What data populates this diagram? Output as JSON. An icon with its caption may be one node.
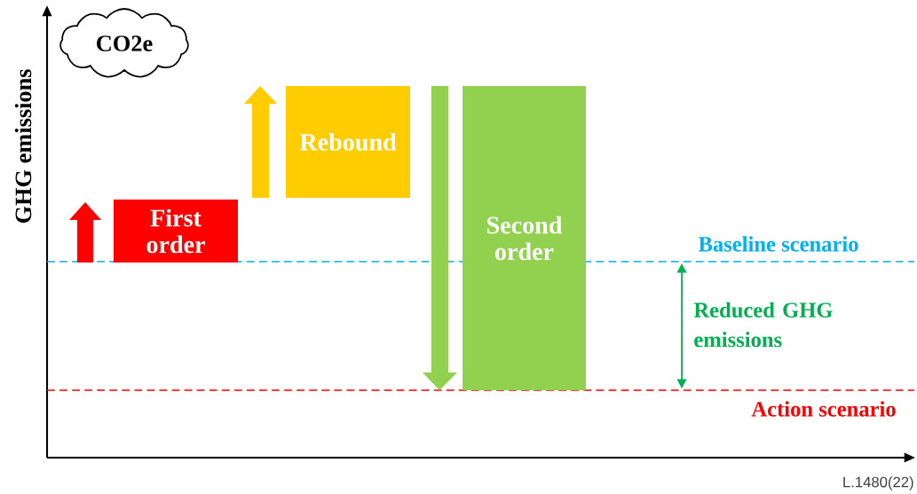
{
  "diagram": {
    "nodes": [
      {
        "text": [
          "CO2e"
        ]
      },
      {
        "text": [
          "First order"
        ]
      },
      {
        "text": [
          "Rebound"
        ]
      },
      {
        "text": [
          "Second order"
        ]
      }
    ],
    "labels": [
      "GHG emissions",
      "Baseline scenario",
      "Reduced GHG emissions",
      "Action scenario",
      "L.1480(22)"
    ]
  }
}
